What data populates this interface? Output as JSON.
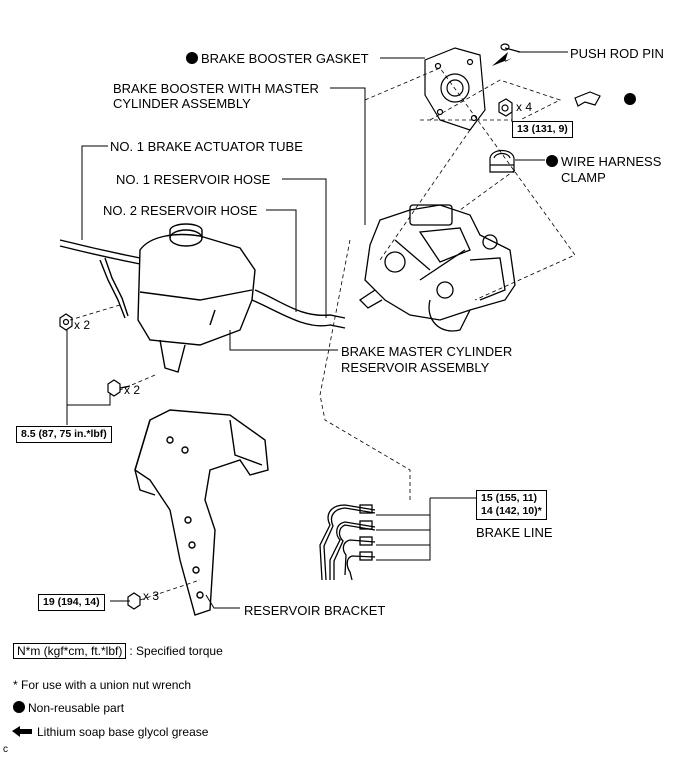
{
  "labels": {
    "brake_booster_gasket": "BRAKE BOOSTER GASKET",
    "push_rod_pin": "PUSH ROD PIN",
    "booster_assembly_1": "BRAKE BOOSTER WITH MASTER",
    "booster_assembly_2": "CYLINDER ASSEMBLY",
    "actuator_tube": "NO. 1 BRAKE ACTUATOR TUBE",
    "reservoir_hose_1": "NO. 1 RESERVOIR HOSE",
    "reservoir_hose_2": "NO. 2 RESERVOIR HOSE",
    "wire_harness_1": "WIRE HARNESS",
    "wire_harness_2": "CLAMP",
    "reservoir_assembly_1": "BRAKE MASTER CYLINDER",
    "reservoir_assembly_2": "RESERVOIR ASSEMBLY",
    "brake_line": "BRAKE LINE",
    "reservoir_bracket": "RESERVOIR BRACKET"
  },
  "torques": {
    "nut_13": "13 (131, 9)",
    "bolt_8_5": "8.5 (87, 75 in.*lbf)",
    "brake_line_15": "15 (155, 11)",
    "brake_line_14": "14 (142, 10)*",
    "bracket_19": "19 (194, 14)"
  },
  "quantities": {
    "nuts_booster": "x 4",
    "nut_upper_left": "x 2",
    "bolt_lower_left": "x 2",
    "bracket_bolts": "x 3"
  },
  "legend": {
    "torque_unit": "N*m (kgf*cm, ft.*lbf)",
    "torque_desc": ": Specified torque",
    "union_note": "* For use with a union nut wrench",
    "non_reusable": "Non-reusable part",
    "grease": "Lithium soap base glycol grease"
  },
  "corner_code": "C"
}
